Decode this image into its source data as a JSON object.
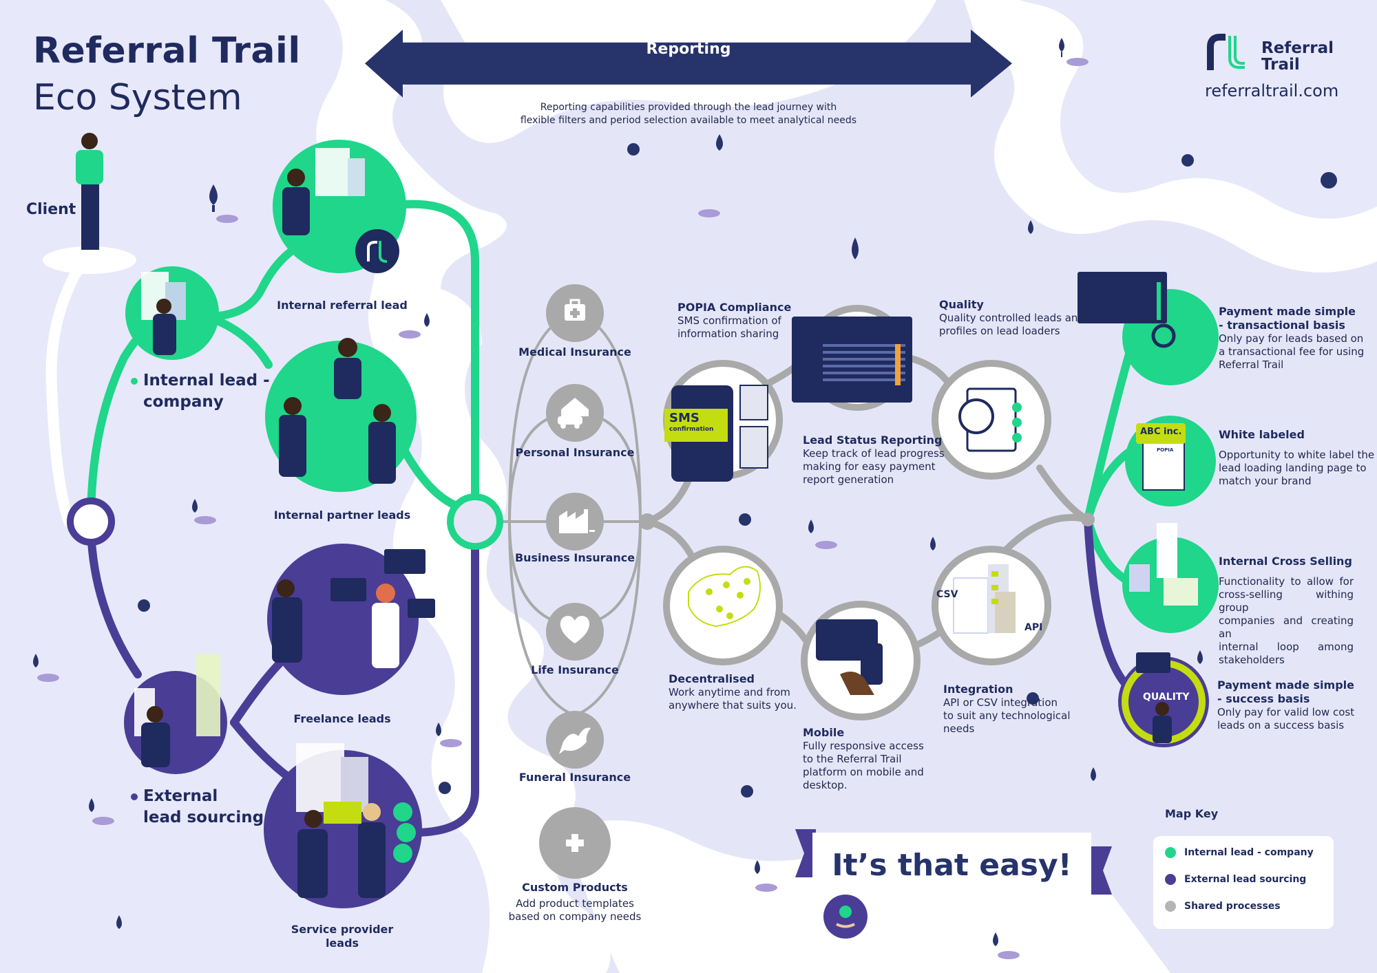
{
  "title": {
    "line1": "Referral Trail",
    "line2": "Eco System"
  },
  "logo": {
    "name_line1": "Referral",
    "name_line2": "Trail",
    "url": "referraltrail.com"
  },
  "reporting": {
    "banner": "Reporting",
    "desc_line1": "Reporting capabilities provided through the lead journey with",
    "desc_line2": "flexible filters and period selection available to meet analytical needs"
  },
  "client": {
    "label": "Client"
  },
  "left_nodes": {
    "internal_company_line1": "Internal lead -",
    "internal_company_line2": "company",
    "internal_referral": "Internal referral lead",
    "internal_partner": "Internal partner leads",
    "external_line1": "External",
    "external_line2": "lead sourcing",
    "freelance": "Freelance leads",
    "service_provider_line1": "Service provider",
    "service_provider_line2": "leads"
  },
  "products": [
    {
      "label": "Medical Insurance",
      "icon": "medical-kit-icon"
    },
    {
      "label": "Personal Insurance",
      "icon": "house-car-icon"
    },
    {
      "label": "Business Insurance",
      "icon": "factory-icon"
    },
    {
      "label": "Life Insurance",
      "icon": "heart-icon"
    },
    {
      "label": "Funeral Insurance",
      "icon": "dove-icon"
    },
    {
      "label": "Custom Products",
      "icon": "plus-icon",
      "desc_line1": "Add product templates",
      "desc_line2": "based on company needs"
    }
  ],
  "features": {
    "popia": {
      "title": "POPIA Compliance",
      "line1": "SMS confirmation of",
      "line2": "information sharing",
      "sms_big": "SMS",
      "sms_small": "confirmation"
    },
    "lead_status": {
      "title": "Lead Status Reporting",
      "line1": "Keep track of lead progress",
      "line2": "making for easy payment",
      "line3": "report generation"
    },
    "quality": {
      "title": "Quality",
      "line1": "Quality controlled leads and",
      "line2": "profiles on lead loaders"
    },
    "decentralised": {
      "title": "Decentralised",
      "line1": "Work anytime and from",
      "line2": "anywhere that suits you."
    },
    "mobile": {
      "title": "Mobile",
      "line1": "Fully responsive access",
      "line2": "to the Referral Trail",
      "line3": "platform on mobile and",
      "line4": "desktop."
    },
    "integration": {
      "title": "Integration",
      "line1": "API or CSV integration",
      "line2": "to suit any technological",
      "line3": "needs",
      "csv": "CSV",
      "api": "API"
    }
  },
  "right_features": {
    "transactional": {
      "title_line1": "Payment made simple",
      "title_line2": "- transactional basis",
      "line1": "Only pay for leads based on",
      "line2": "a transactional fee for using",
      "line3": "Referral Trail"
    },
    "white_labeled": {
      "title": "White labeled",
      "line1": "Opportunity to white label the",
      "line2": "lead loading landing page to",
      "line3": "match your brand",
      "badge": "ABC inc.",
      "doc_label": "POPIA"
    },
    "cross_selling": {
      "title": "Internal Cross Selling",
      "line1": "Functionality to allow for",
      "line2": "cross-selling withing group",
      "line3": "companies and creating an",
      "line4": "internal loop among",
      "line5": "stakeholders"
    },
    "success": {
      "title_line1": "Payment made simple",
      "title_line2": "- success basis",
      "line1": "Only pay for valid low cost",
      "line2": "leads on a success basis",
      "badge": "QUALITY"
    }
  },
  "easy": {
    "text": "It’s that easy!"
  },
  "map_key": {
    "title": "Map Key",
    "items": [
      {
        "label": "Internal lead - company",
        "color": "#1fd68a"
      },
      {
        "label": "External lead sourcing",
        "color": "#4a3d96"
      },
      {
        "label": "Shared processes",
        "color": "#b5b5b5"
      }
    ]
  },
  "colors": {
    "green": "#1fd68a",
    "purple": "#4a3d96",
    "grey": "#a9a9a9",
    "navy": "#1f2a5e",
    "lime": "#c4dd10",
    "land": "#e4e6f8"
  }
}
